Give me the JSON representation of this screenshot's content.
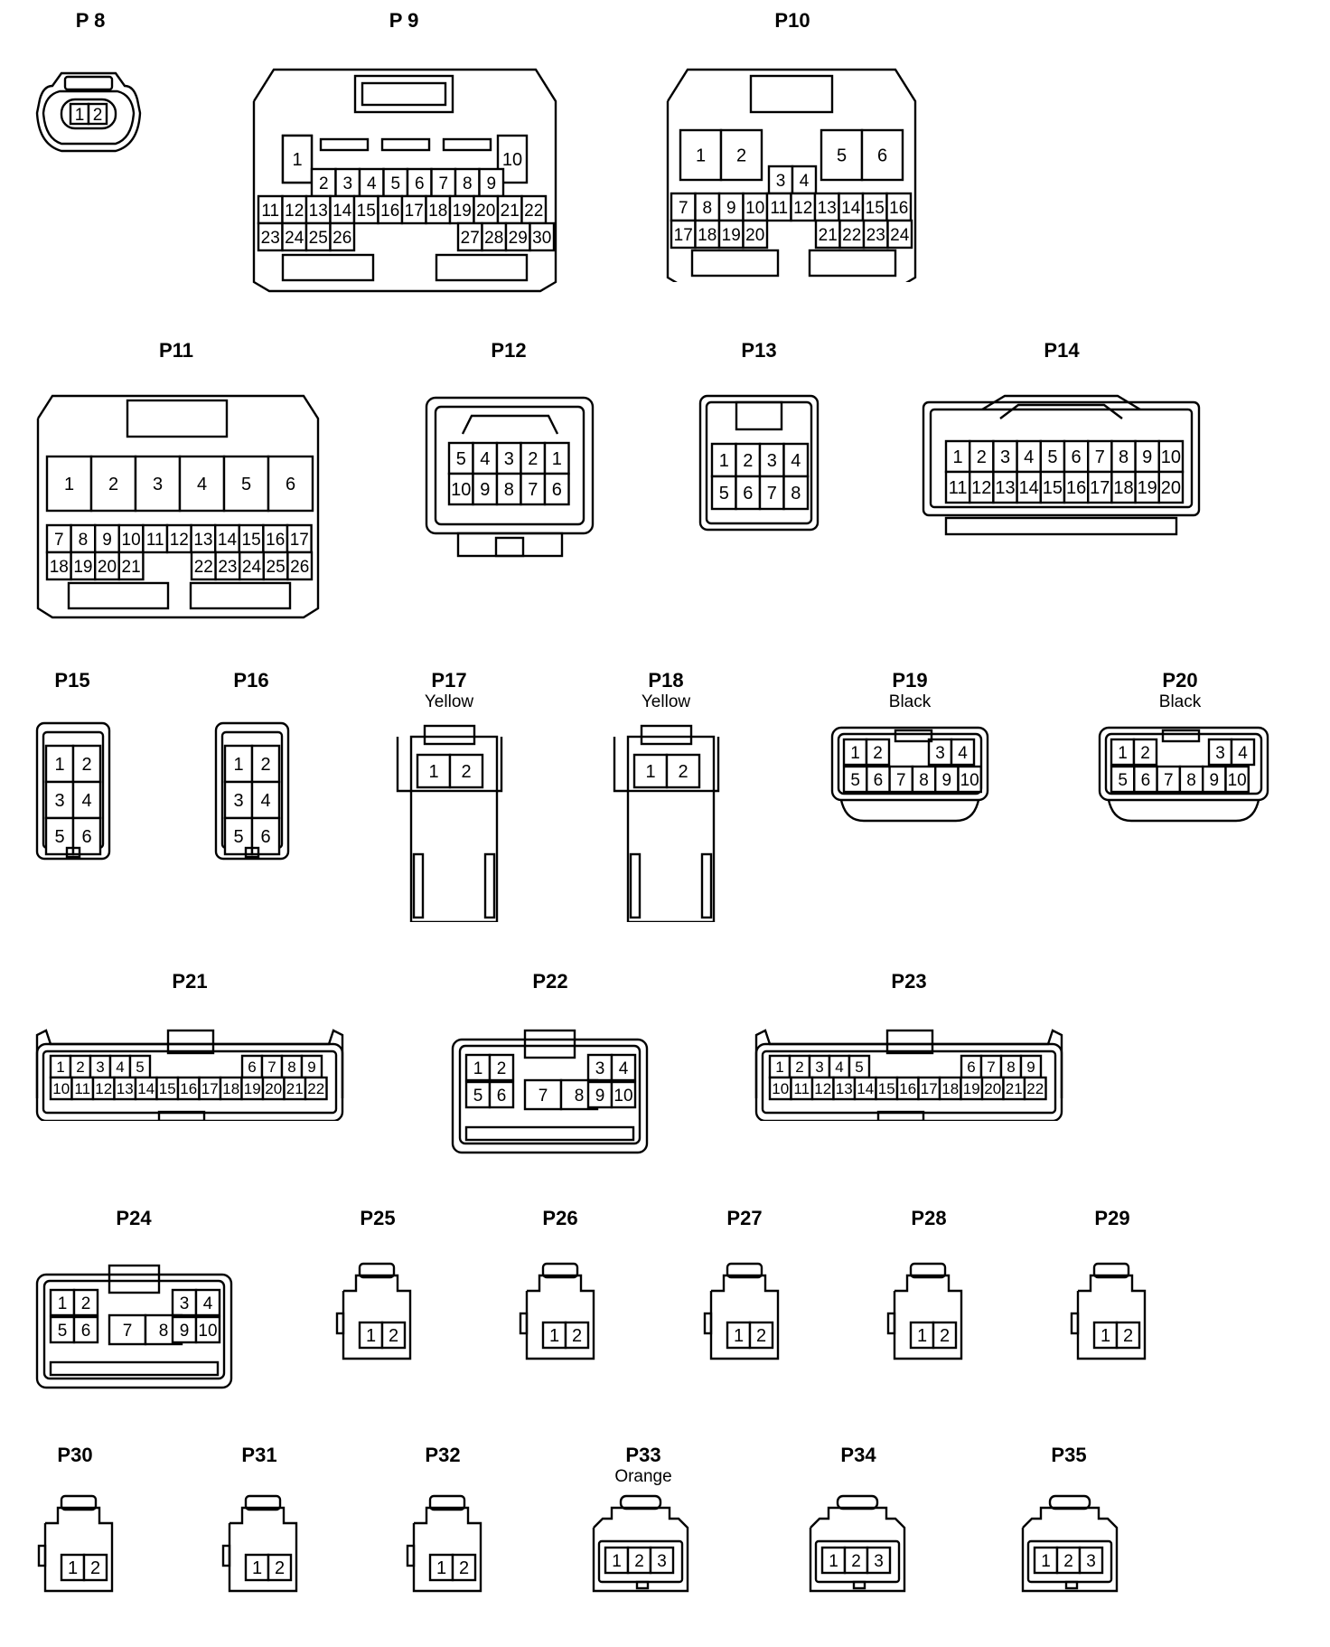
{
  "connectors": [
    {
      "id": "P8",
      "title": "P 8",
      "subtitle": "",
      "pins": [
        [
          "1",
          "2"
        ]
      ]
    },
    {
      "id": "P9",
      "title": "P 9",
      "subtitle": "",
      "pins": [
        [
          "1",
          "10"
        ],
        [
          "2",
          "3",
          "4",
          "5",
          "6",
          "7",
          "8",
          "9"
        ],
        [
          "11",
          "12",
          "13",
          "14",
          "15",
          "16",
          "17",
          "18",
          "19",
          "20",
          "21",
          "22"
        ],
        [
          "23",
          "24",
          "25",
          "26",
          "27",
          "28",
          "29",
          "30"
        ]
      ]
    },
    {
      "id": "P10",
      "title": "P10",
      "subtitle": "",
      "pins": [
        [
          "1",
          "2",
          "5",
          "6"
        ],
        [
          "3",
          "4"
        ],
        [
          "7",
          "8",
          "9",
          "10",
          "11",
          "12",
          "13",
          "14",
          "15",
          "16"
        ],
        [
          "17",
          "18",
          "19",
          "20",
          "21",
          "22",
          "23",
          "24"
        ]
      ]
    },
    {
      "id": "P11",
      "title": "P11",
      "subtitle": "",
      "pins": [
        [
          "1",
          "2",
          "3",
          "4",
          "5",
          "6"
        ],
        [
          "7",
          "8",
          "9",
          "10",
          "11",
          "12",
          "13",
          "14",
          "15",
          "16",
          "17"
        ],
        [
          "18",
          "19",
          "20",
          "21",
          "22",
          "23",
          "24",
          "25",
          "26"
        ]
      ]
    },
    {
      "id": "P12",
      "title": "P12",
      "subtitle": "",
      "pins": [
        [
          "5",
          "4",
          "3",
          "2",
          "1"
        ],
        [
          "10",
          "9",
          "8",
          "7",
          "6"
        ]
      ]
    },
    {
      "id": "P13",
      "title": "P13",
      "subtitle": "",
      "pins": [
        [
          "1",
          "2",
          "3",
          "4"
        ],
        [
          "5",
          "6",
          "7",
          "8"
        ]
      ]
    },
    {
      "id": "P14",
      "title": "P14",
      "subtitle": "",
      "pins": [
        [
          "1",
          "2",
          "3",
          "4",
          "5",
          "6",
          "7",
          "8",
          "9",
          "10"
        ],
        [
          "11",
          "12",
          "13",
          "14",
          "15",
          "16",
          "17",
          "18",
          "19",
          "20"
        ]
      ]
    },
    {
      "id": "P15",
      "title": "P15",
      "subtitle": "",
      "pins": [
        [
          "1",
          "2"
        ],
        [
          "3",
          "4"
        ],
        [
          "5",
          "6"
        ]
      ]
    },
    {
      "id": "P16",
      "title": "P16",
      "subtitle": "",
      "pins": [
        [
          "1",
          "2"
        ],
        [
          "3",
          "4"
        ],
        [
          "5",
          "6"
        ]
      ]
    },
    {
      "id": "P17",
      "title": "P17",
      "subtitle": "Yellow",
      "pins": [
        [
          "1",
          "2"
        ]
      ]
    },
    {
      "id": "P18",
      "title": "P18",
      "subtitle": "Yellow",
      "pins": [
        [
          "1",
          "2"
        ]
      ]
    },
    {
      "id": "P19",
      "title": "P19",
      "subtitle": "Black",
      "pins": [
        [
          "1",
          "2",
          "3",
          "4"
        ],
        [
          "5",
          "6",
          "7",
          "8",
          "9",
          "10"
        ]
      ]
    },
    {
      "id": "P20",
      "title": "P20",
      "subtitle": "Black",
      "pins": [
        [
          "1",
          "2",
          "3",
          "4"
        ],
        [
          "5",
          "6",
          "7",
          "8",
          "9",
          "10"
        ]
      ]
    },
    {
      "id": "P21",
      "title": "P21",
      "subtitle": "",
      "pins": [
        [
          "1",
          "2",
          "3",
          "4",
          "5",
          "6",
          "7",
          "8",
          "9"
        ],
        [
          "10",
          "11",
          "12",
          "13",
          "14",
          "15",
          "16",
          "17",
          "18",
          "19",
          "20",
          "21",
          "22"
        ]
      ]
    },
    {
      "id": "P22",
      "title": "P22",
      "subtitle": "",
      "pins": [
        [
          "1",
          "2",
          "3",
          "4"
        ],
        [
          "5",
          "6",
          "7",
          "8",
          "9",
          "10"
        ]
      ]
    },
    {
      "id": "P23",
      "title": "P23",
      "subtitle": "",
      "pins": [
        [
          "1",
          "2",
          "3",
          "4",
          "5",
          "6",
          "7",
          "8",
          "9"
        ],
        [
          "10",
          "11",
          "12",
          "13",
          "14",
          "15",
          "16",
          "17",
          "18",
          "19",
          "20",
          "21",
          "22"
        ]
      ]
    },
    {
      "id": "P24",
      "title": "P24",
      "subtitle": "",
      "pins": [
        [
          "1",
          "2",
          "3",
          "4"
        ],
        [
          "5",
          "6",
          "7",
          "8",
          "9",
          "10"
        ]
      ]
    },
    {
      "id": "P25",
      "title": "P25",
      "subtitle": "",
      "pins": [
        [
          "1",
          "2"
        ]
      ]
    },
    {
      "id": "P26",
      "title": "P26",
      "subtitle": "",
      "pins": [
        [
          "1",
          "2"
        ]
      ]
    },
    {
      "id": "P27",
      "title": "P27",
      "subtitle": "",
      "pins": [
        [
          "1",
          "2"
        ]
      ]
    },
    {
      "id": "P28",
      "title": "P28",
      "subtitle": "",
      "pins": [
        [
          "1",
          "2"
        ]
      ]
    },
    {
      "id": "P29",
      "title": "P29",
      "subtitle": "",
      "pins": [
        [
          "1",
          "2"
        ]
      ]
    },
    {
      "id": "P30",
      "title": "P30",
      "subtitle": "",
      "pins": [
        [
          "1",
          "2"
        ]
      ]
    },
    {
      "id": "P31",
      "title": "P31",
      "subtitle": "",
      "pins": [
        [
          "1",
          "2"
        ]
      ]
    },
    {
      "id": "P32",
      "title": "P32",
      "subtitle": "",
      "pins": [
        [
          "1",
          "2"
        ]
      ]
    },
    {
      "id": "P33",
      "title": "P33",
      "subtitle": "Orange",
      "pins": [
        [
          "1",
          "2",
          "3"
        ]
      ]
    },
    {
      "id": "P34",
      "title": "P34",
      "subtitle": "",
      "pins": [
        [
          "1",
          "2",
          "3"
        ]
      ]
    },
    {
      "id": "P35",
      "title": "P35",
      "subtitle": "",
      "pins": [
        [
          "1",
          "2",
          "3"
        ]
      ]
    }
  ]
}
